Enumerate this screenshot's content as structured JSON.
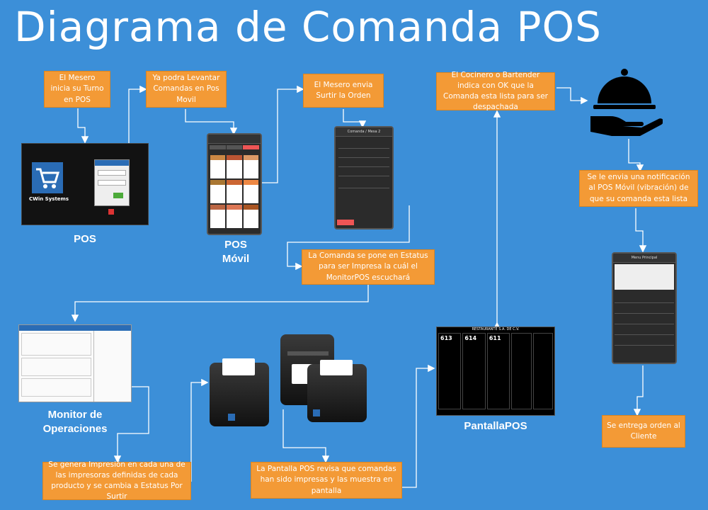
{
  "title": "Diagrama de Comanda POS",
  "steps": [
    "El Mesero inicia su Turno en POS",
    "Ya podra Levantar Comandas en Pos Movil",
    "El Mesero envia Surtir la Orden",
    "El Cocinero o Bartender indica con OK que la Comanda esta lista para ser despachada",
    "Se le envia una notificación al POS Móvil (vibración) de que su comanda esta lista",
    "La Comanda se pone en Estatus para ser Impresa la cuál el MonitorPOS escuchará",
    "Se genera Impresión en cada una de las impresoras definidas de cada producto y se cambia a Estatus Por Surtir",
    "La Pantalla POS revisa que comandas han sido impresas y las muestra en pantalla",
    "Se entrega orden al Cliente"
  ],
  "labels": {
    "pos": "POS",
    "pos_movil_1": "POS",
    "pos_movil_2": "Móvil",
    "monitor_1": "Monitor de",
    "monitor_2": "Operaciones",
    "pantalla": "PantallaPOS"
  },
  "screens": {
    "pos_brand": "CWin Systems",
    "screen_header": "RESTAURANTE S.A. DE C.V.",
    "orders": [
      "613",
      "614",
      "611"
    ],
    "phone2_title": "Comanda / Mesa 2",
    "phone3_title": "Menu Principal"
  },
  "icons": {
    "service": "cloche-hand-icon",
    "printers": "thermal-printer-icon"
  }
}
